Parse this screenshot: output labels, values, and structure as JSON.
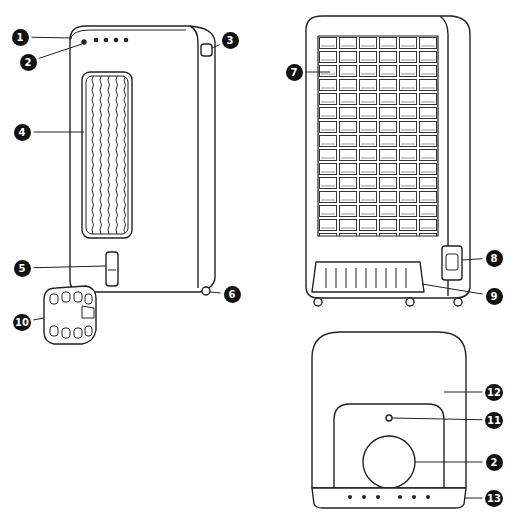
{
  "diagram": {
    "labels": [
      "1",
      "2",
      "3",
      "4",
      "5",
      "6",
      "7",
      "8",
      "9",
      "10",
      "12",
      "11",
      "2",
      "13"
    ]
  }
}
